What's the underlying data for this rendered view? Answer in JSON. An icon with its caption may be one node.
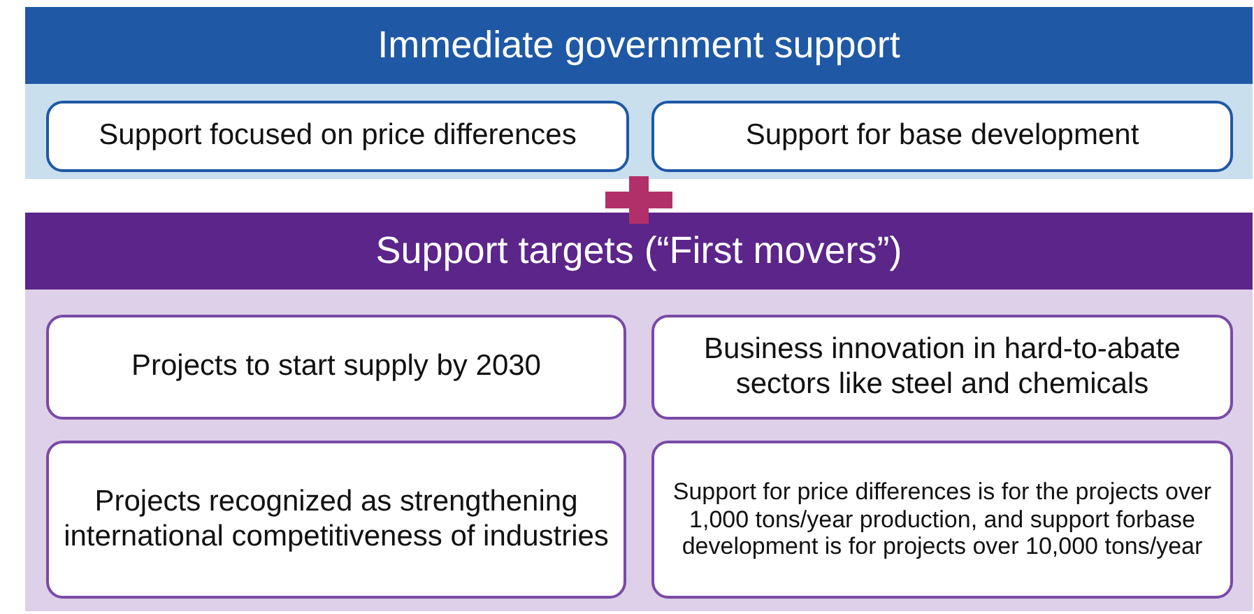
{
  "diagram": {
    "nodes": [
      {
        "text": [
          "Immediate government support"
        ]
      },
      {
        "text": [
          "Support focused on price differences"
        ],
        "in": 0
      },
      {
        "text": [
          "Support for base development"
        ],
        "in": 0
      },
      {
        "text": [
          "Support targets (“First movers”)"
        ]
      },
      {
        "text": [
          "Projects to start supply by 2030"
        ],
        "in": 3
      },
      {
        "text": [
          "Business innovation in hard-to-abate sectors like steel and chemicals"
        ],
        "in": 3
      },
      {
        "text": [
          "Projects recognized as strengthening international competitiveness of industries"
        ],
        "in": 3
      },
      {
        "text": [
          "Support for price differences is for the projects over 1,000 tons/year production, and support forbase development is for projects over 10,000 tons/year"
        ],
        "in": 3
      }
    ]
  }
}
